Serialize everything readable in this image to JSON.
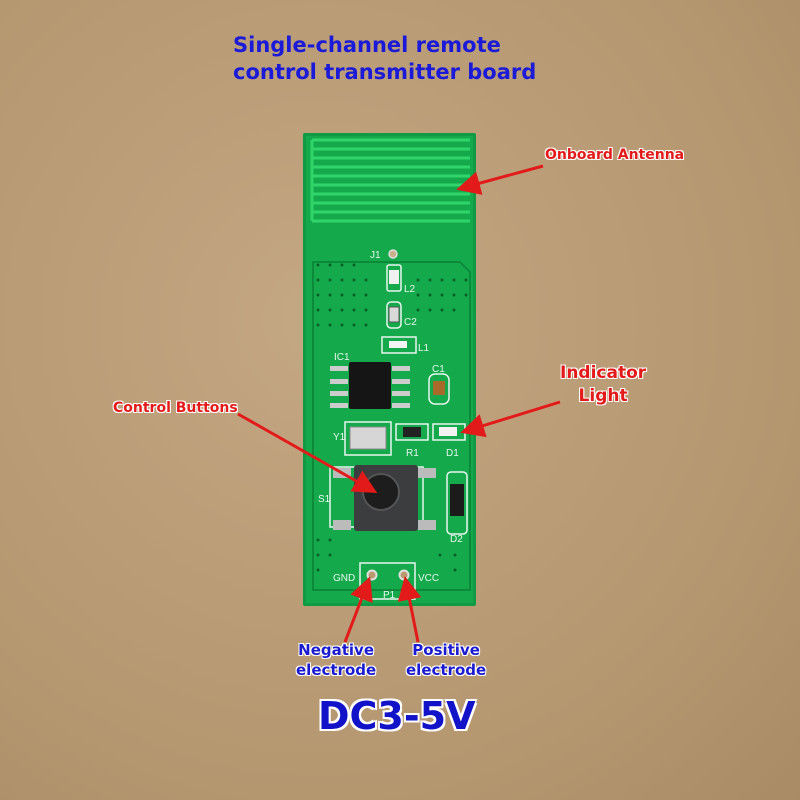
{
  "title": {
    "line1": "Single-channel remote",
    "line2": "control transmitter board"
  },
  "callouts": {
    "antenna": "Onboard Antenna",
    "indicator_line1": "Indicator",
    "indicator_line2": "Light",
    "control_buttons": "Control Buttons",
    "negative_line1": "Negative",
    "negative_line2": "electrode",
    "positive_line1": "Positive",
    "positive_line2": "electrode"
  },
  "voltage": "DC3-5V",
  "silkscreen": {
    "j1": "J1",
    "l2": "L2",
    "c2": "C2",
    "l1": "L1",
    "ic1": "IC1",
    "c1": "C1",
    "y1": "Y1",
    "r1": "R1",
    "d1": "D1",
    "s1": "S1",
    "d2": "D2",
    "gnd": "GND",
    "vcc": "VCC",
    "p1": "P1"
  },
  "colors": {
    "pcb": "#12a64a",
    "title": "#1a1ad8",
    "callout": "#e21a1a"
  }
}
